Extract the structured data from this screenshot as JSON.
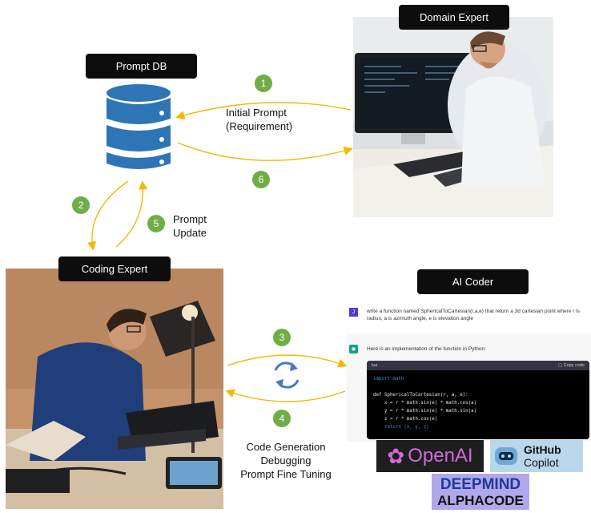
{
  "labels": {
    "prompt_db": "Prompt DB",
    "domain_expert": "Domain Expert",
    "coding_expert": "Coding Expert",
    "ai_coder": "AI Coder"
  },
  "steps": [
    "1",
    "2",
    "3",
    "4",
    "5",
    "6"
  ],
  "annotations": {
    "initial_prompt_line1": "Initial Prompt",
    "initial_prompt_line2": "(Requirement)",
    "prompt_update_line1": "Prompt",
    "prompt_update_line2": "Update",
    "code_gen_line1": "Code Generation",
    "code_gen_line2": "Debugging",
    "code_gen_line3": "Prompt Fine Tuning"
  },
  "chat": {
    "user_avatar": "J",
    "user_prompt": "write a function named SphericalToCartesian(r,a,e) that return a 3d cartesian point where r is radius, a is azimuth angle, e is elevation angle",
    "assistant_intro": "Here is an implementation of the function in Python:",
    "code_lang": "lua",
    "copy_label": "Copy code",
    "code_lines": [
      "import math",
      "",
      "def SphericalToCartesian(r, a, e):",
      "    x = r * math.sin(e) * math.cos(a)",
      "    y = r * math.sin(e) * math.sin(a)",
      "    z = r * math.cos(e)",
      "    return (x, y, z)"
    ]
  },
  "logos": {
    "openai": "OpenAI",
    "github_line1": "GitHub",
    "github_line2": "Copilot",
    "deepmind_line1": "DEEPMIND",
    "deepmind_line2": "ALPHACODE"
  },
  "colors": {
    "arrow": "#f5b800",
    "step_badge": "#70ad47",
    "database": "#2e75b6",
    "pill": "#0d0d0d"
  }
}
